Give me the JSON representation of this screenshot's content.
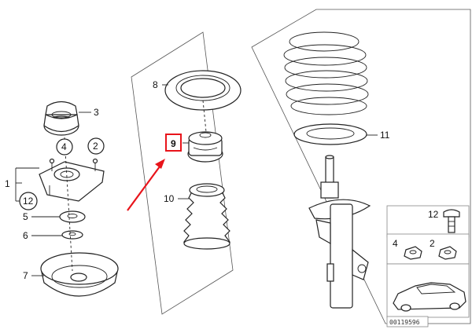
{
  "accent_color": "#e8141b",
  "callouts": [
    {
      "id": "1",
      "text": "1"
    },
    {
      "id": "2",
      "text": "2"
    },
    {
      "id": "3",
      "text": "3"
    },
    {
      "id": "4",
      "text": "4"
    },
    {
      "id": "5",
      "text": "5"
    },
    {
      "id": "6",
      "text": "6"
    },
    {
      "id": "7",
      "text": "7"
    },
    {
      "id": "8",
      "text": "8"
    },
    {
      "id": "9",
      "text": "9",
      "highlighted": true
    },
    {
      "id": "10",
      "text": "10"
    },
    {
      "id": "11",
      "text": "11"
    },
    {
      "id": "12",
      "text": "12"
    }
  ],
  "inset": {
    "labels": {
      "l12": "12",
      "l4": "4",
      "l2": "2"
    },
    "reference_number": "00119596"
  },
  "icons": [
    "pointer-arrow-icon",
    "car-silhouette-icon"
  ]
}
